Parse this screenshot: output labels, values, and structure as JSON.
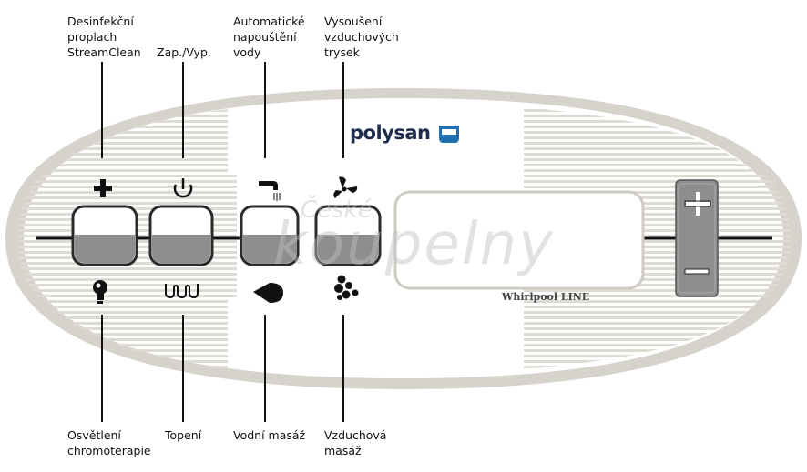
{
  "labels_top": {
    "disinfection": [
      "Desinfekční",
      "proplach",
      "StreamClean"
    ],
    "power": [
      "Zap./Vyp."
    ],
    "auto_fill": [
      "Automatické",
      "napouštění",
      "vody"
    ],
    "air_dry": [
      "Vysoušení",
      "vzduchových",
      "trysek"
    ]
  },
  "labels_bottom": {
    "light": [
      "Osvětlení",
      "chromoterapie"
    ],
    "heating": [
      "Topení"
    ],
    "water_massage": [
      "Vodní masáž"
    ],
    "air_massage": [
      "Vzduchová",
      "masáž"
    ]
  },
  "brand": {
    "name": "polysan",
    "product": "Whirlpool LINE"
  },
  "watermark": {
    "line1": "České",
    "line2": "koupelny"
  },
  "icons": {
    "disinfection": "plus-icon",
    "power": "power-icon",
    "auto_fill": "faucet-icon",
    "air_dry": "fan-icon",
    "light": "bulb-icon",
    "heating": "heating-coil-icon",
    "water_massage": "water-jet-icon",
    "air_massage": "air-bubbles-icon",
    "plus": "plus-icon",
    "minus": "minus-icon"
  },
  "colors": {
    "panel_border": "#d6d3cd",
    "panel_fill": "#ffffff",
    "stripe": "#dedad4",
    "button_dark": "#8e8e8e",
    "brand_blue": "#1f6fb2"
  }
}
